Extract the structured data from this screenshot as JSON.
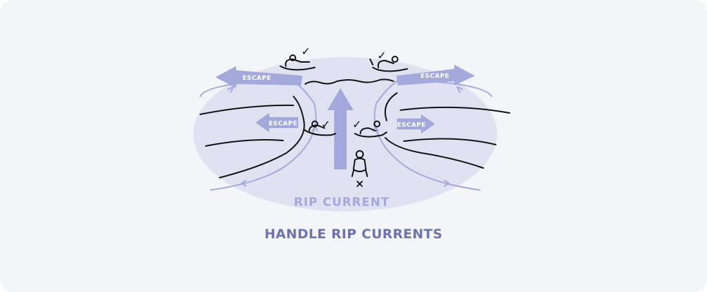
{
  "labels": {
    "escape": "ESCAPE",
    "rip_current": "RIP CURRENT",
    "check": "✓",
    "cross": "×"
  },
  "caption": "HANDLE RIP CURRENTS",
  "colors": {
    "card_background": "#f4f5f9",
    "water_fill": "#e0e2f1",
    "accent": "#a4a9db",
    "caption": "#6e73ad",
    "ink": "#111111"
  },
  "icons": {
    "swimmer": "swimmer-icon",
    "check": "check-icon",
    "cross": "cross-icon"
  }
}
